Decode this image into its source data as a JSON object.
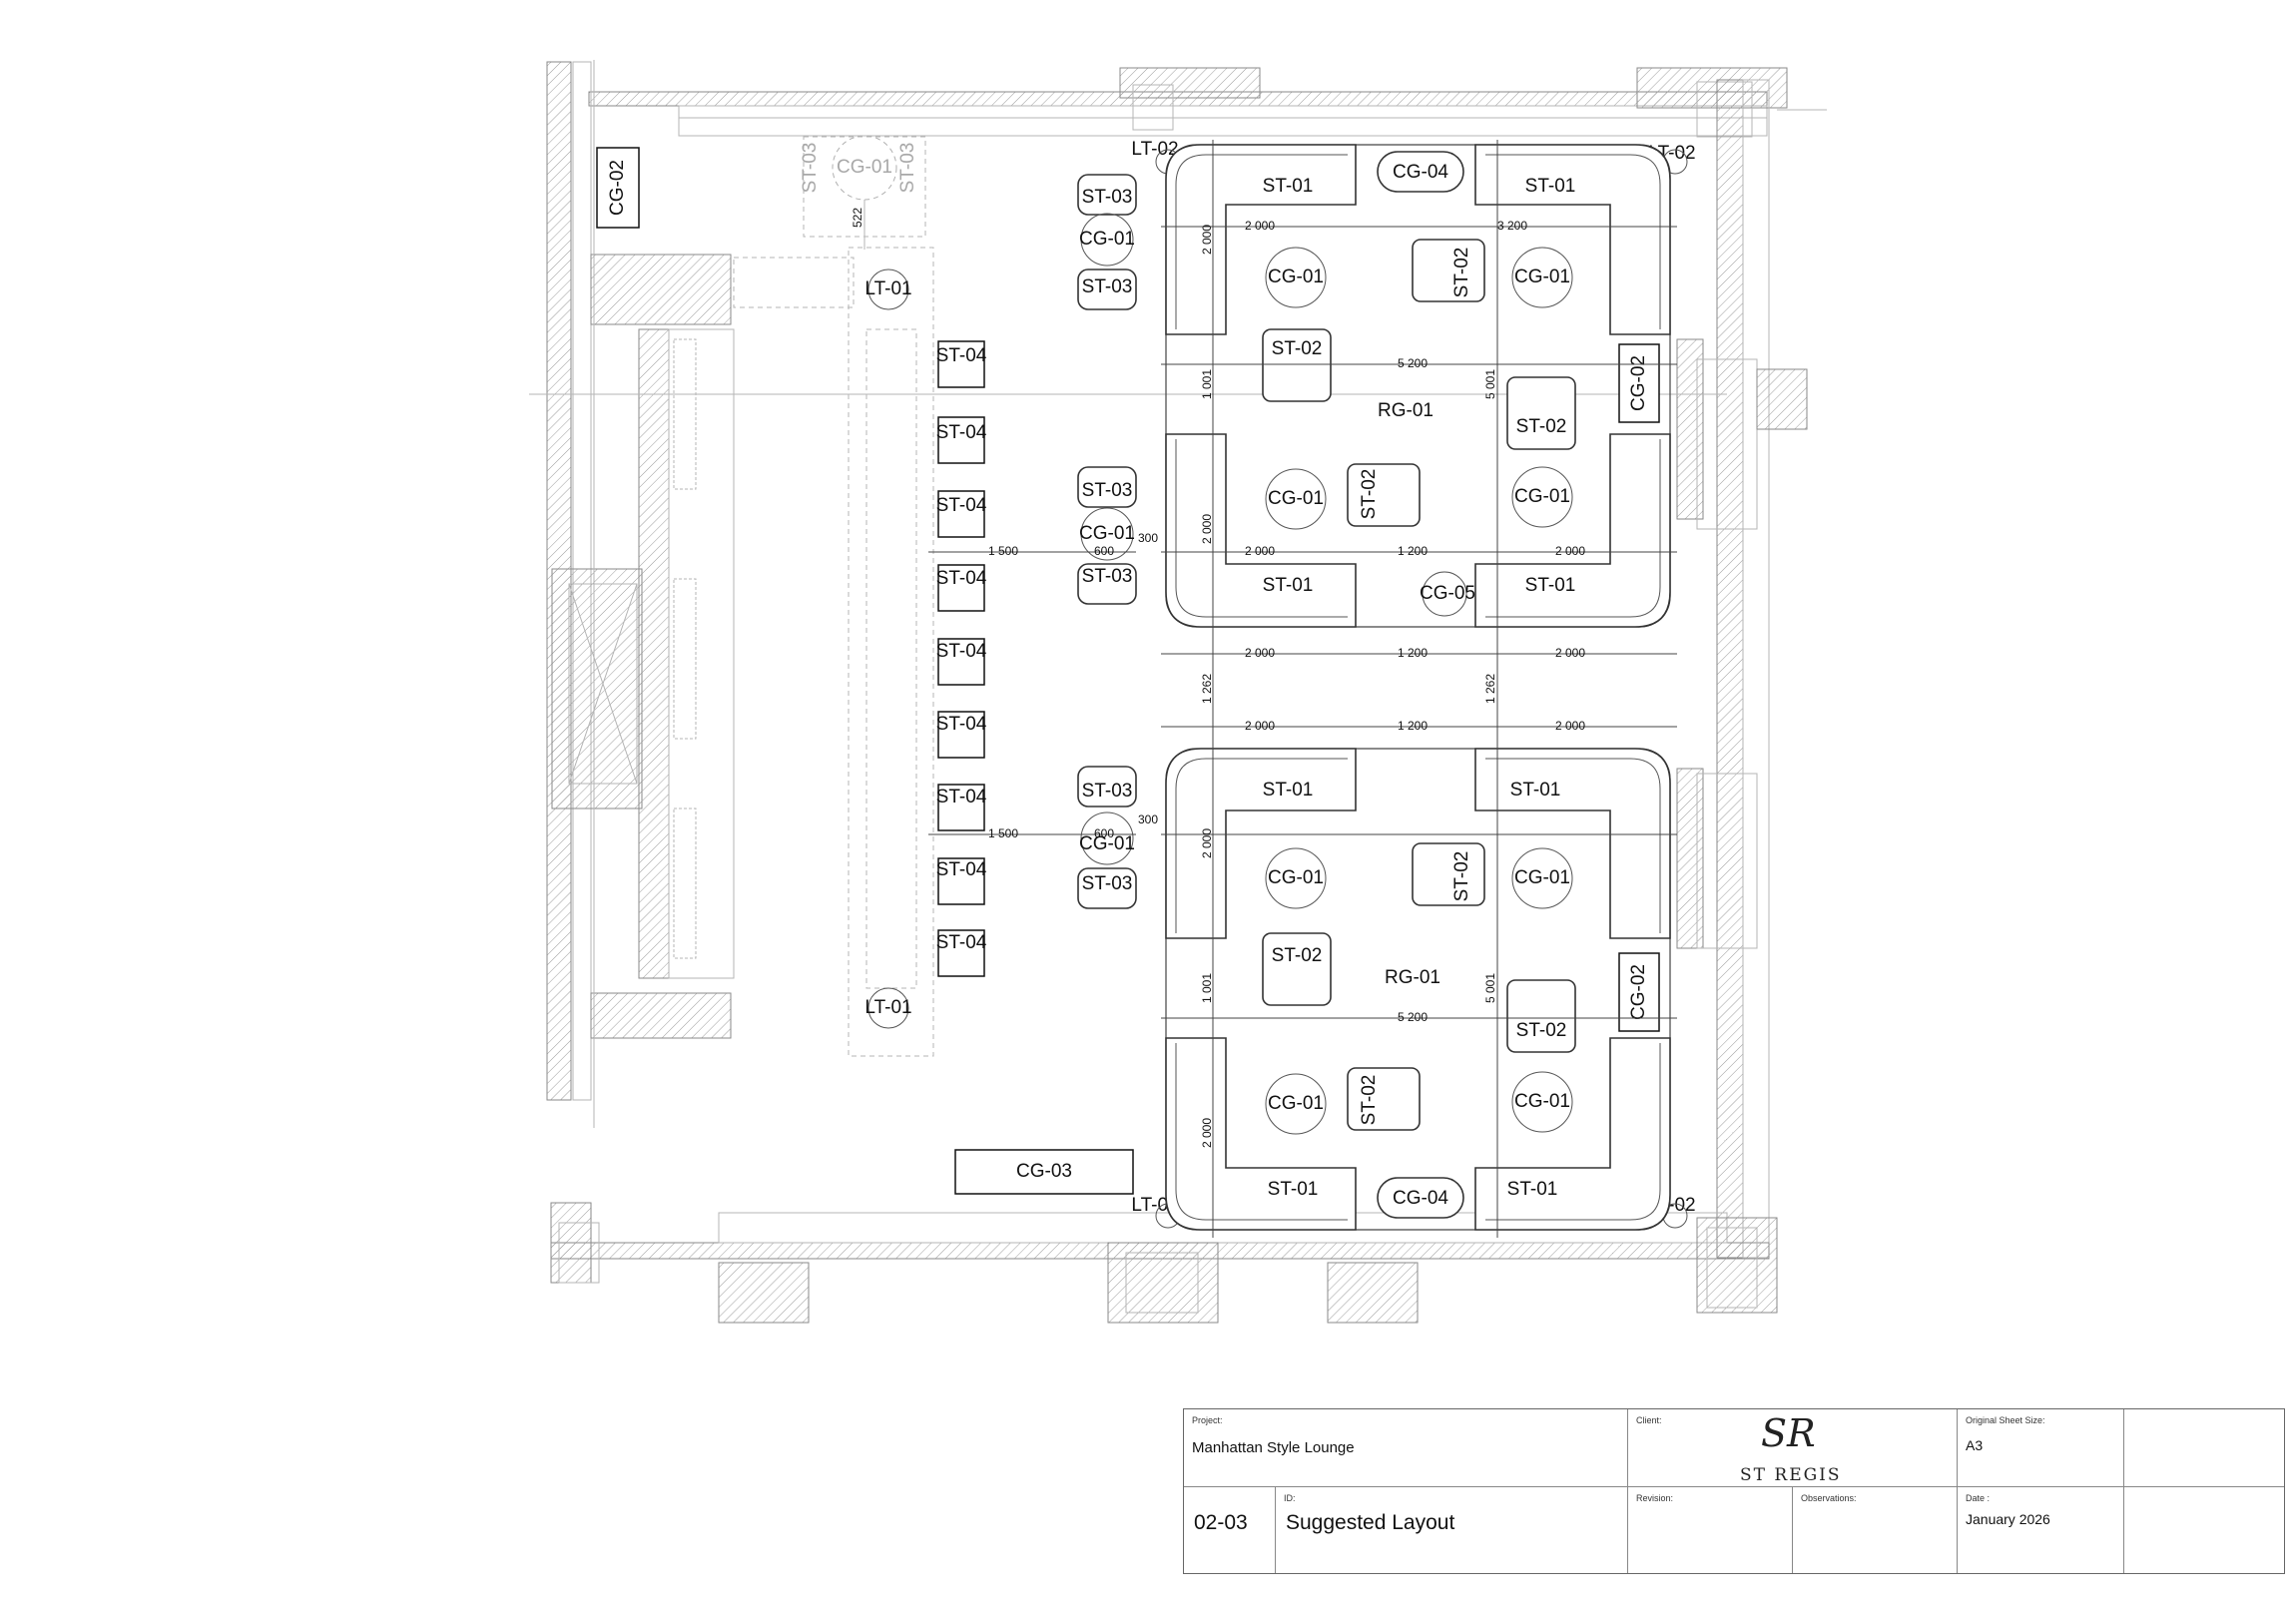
{
  "plan": {
    "codes": {
      "cg01": "CG-01",
      "cg02": "CG-02",
      "cg03": "CG-03",
      "cg04": "CG-04",
      "cg05": "CG-05",
      "st01": "ST-01",
      "st02": "ST-02",
      "st03": "ST-03",
      "st04": "ST-04",
      "lt01": "LT-01",
      "lt02": "LT-02",
      "rg01": "RG-01"
    },
    "dimensions": {
      "d522": "522",
      "d2000": "2 000",
      "d3200": "3 200",
      "d5200": "5 200",
      "d1001": "1 001",
      "d5001": "5 001",
      "d1500": "1 500",
      "d600": "600",
      "d300": "300",
      "d1200": "1 200",
      "d1262": "1 262"
    }
  },
  "title_block": {
    "project_caption": "Project:",
    "project": "Manhattan Style Lounge",
    "client_caption": "Client:",
    "client_monogram": "SR",
    "client_name": "ST REGIS",
    "sheet_size_caption": "Original Sheet Size:",
    "sheet_size": "A3",
    "sheet_number": "02-03",
    "id_caption": "ID:",
    "id": "Suggested Layout",
    "revision_caption": "Revision:",
    "observations_caption": "Observations:",
    "date_caption": "Date :",
    "date": "January 2026"
  }
}
